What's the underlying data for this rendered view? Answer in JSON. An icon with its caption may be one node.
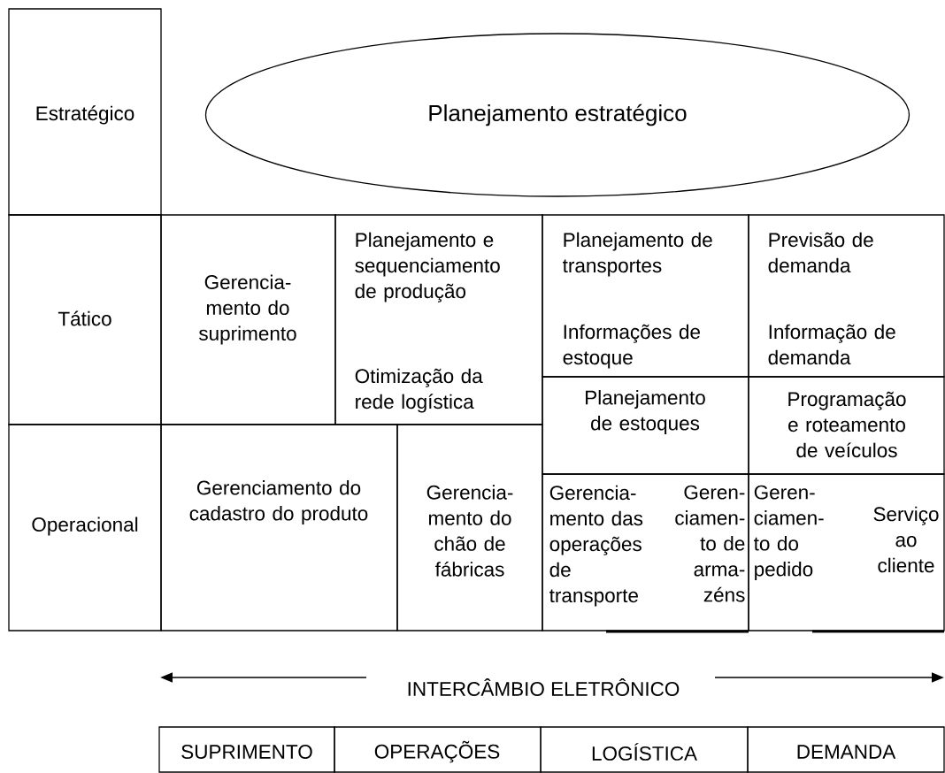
{
  "diagram": {
    "nodes": [
      {
        "text": [
          "Estratégico"
        ]
      },
      {
        "text": [
          "Planejamento estratégico"
        ]
      },
      {
        "text": [
          "Tático"
        ]
      },
      {
        "text": [
          "Gerencia- mento do suprimento"
        ]
      },
      {
        "text": [
          "Planejamento e sequenciamento de produção",
          "Otimização da rede logística"
        ]
      },
      {
        "text": [
          "Planejamento de transportes",
          "Informações de estoque"
        ]
      },
      {
        "text": [
          "Previsão de demanda",
          "Informação de demanda"
        ]
      },
      {
        "text": [
          "Operacional"
        ]
      },
      {
        "text": [
          "Gerenciamento do cadastro do produto"
        ]
      },
      {
        "text": [
          "Gerencia- mento do chão de fábricas"
        ]
      },
      {
        "text": [
          "Planejamento de estoques"
        ]
      },
      {
        "text": [
          "Programação e roteamento de veículos"
        ]
      },
      {
        "text": [
          "Gerencia- mento das operações de transporte",
          "Geren- ciamen- to de arma- zéns"
        ]
      },
      {
        "text": [
          "Geren- ciamen- to do pedido",
          "Serviço ao cliente"
        ]
      },
      {
        "text": [
          "SUPRIMENTO"
        ]
      },
      {
        "text": [
          "OPERAÇÕES"
        ]
      },
      {
        "text": [
          "LOGÍSTICA"
        ]
      },
      {
        "text": [
          "DEMANDA"
        ]
      }
    ],
    "labels": [
      "INTERCÂMBIO ELETRÔNICO"
    ]
  }
}
